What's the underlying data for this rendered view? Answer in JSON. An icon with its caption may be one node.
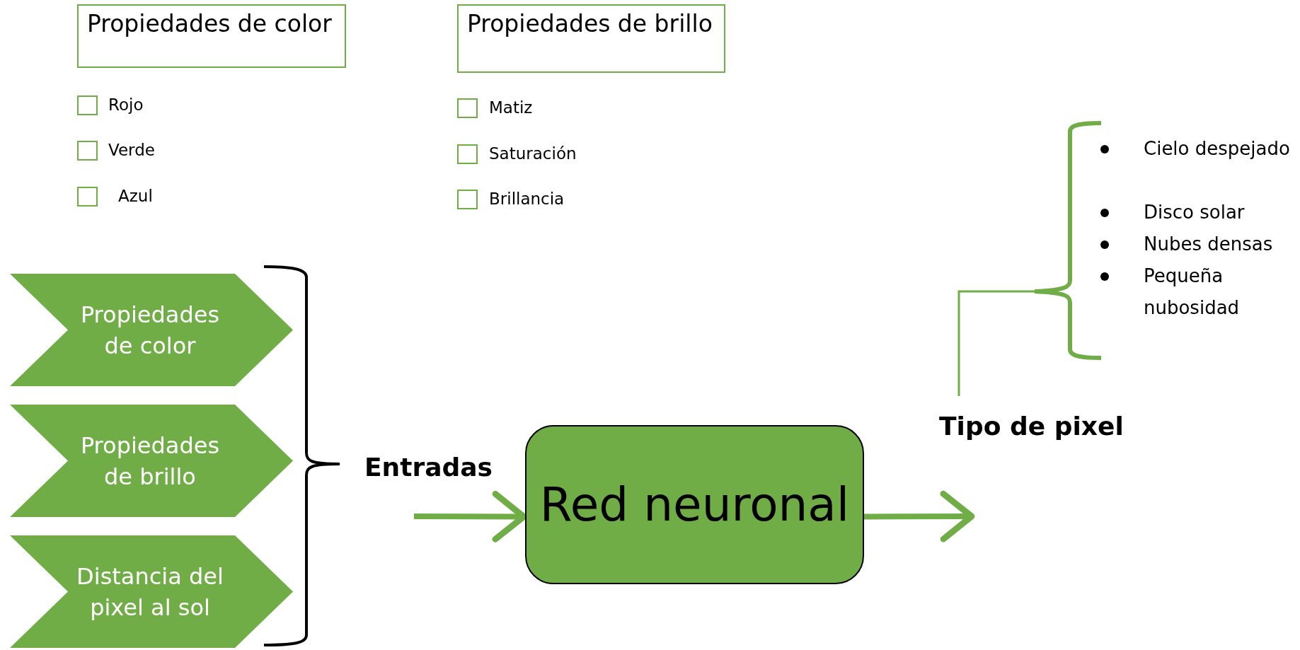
{
  "diagram": {
    "nodes": [
      {
        "text": [
          "Propiedades de color"
        ]
      },
      {
        "text": [
          "Propiedades de brillo"
        ]
      },
      {
        "text": [
          "Propiedades de color"
        ]
      },
      {
        "text": [
          "Propiedades de brillo"
        ]
      },
      {
        "text": [
          "Distancia del pixel al sol"
        ]
      },
      {
        "text": [
          "Red neuronal"
        ]
      }
    ],
    "edges": [
      {
        "from": null,
        "to": 5,
        "arrow": "to"
      },
      {
        "from": 5,
        "to": null,
        "arrow": "to"
      }
    ],
    "labels": [
      "Rojo",
      "Verde",
      "Azul",
      "Matiz",
      "Saturación",
      "Brillancia",
      "Entradas",
      "Tipo de pixel",
      "Cielo despejado",
      "Disco solar",
      "Nubes densas",
      "Pequeña nubosidad"
    ]
  }
}
